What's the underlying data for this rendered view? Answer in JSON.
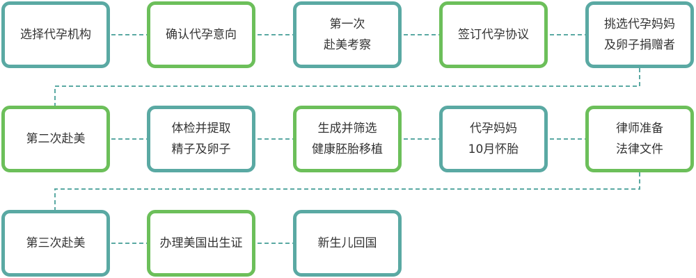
{
  "colors": {
    "teal": "#5aa9a3",
    "green": "#6cbf5a",
    "text": "#333333"
  },
  "steps": [
    {
      "color": "teal",
      "lines": [
        "选择代孕机构"
      ]
    },
    {
      "color": "green",
      "lines": [
        "确认代孕意向"
      ]
    },
    {
      "color": "teal",
      "lines": [
        "第一次",
        "赴美考察"
      ]
    },
    {
      "color": "green",
      "lines": [
        "签订代孕协议"
      ]
    },
    {
      "color": "teal",
      "lines": [
        "挑选代孕妈妈",
        "及卵子捐赠者"
      ]
    },
    {
      "color": "green",
      "lines": [
        "第二次赴美"
      ]
    },
    {
      "color": "teal",
      "lines": [
        "体检并提取",
        "精子及卵子"
      ]
    },
    {
      "color": "green",
      "lines": [
        "生成并筛选",
        "健康胚胎移植"
      ]
    },
    {
      "color": "teal",
      "lines": [
        "代孕妈妈",
        "10月怀胎"
      ]
    },
    {
      "color": "green",
      "lines": [
        "律师准备",
        "法律文件"
      ]
    },
    {
      "color": "teal",
      "lines": [
        "第三次赴美"
      ]
    },
    {
      "color": "green",
      "lines": [
        "办理美国出生证"
      ]
    },
    {
      "color": "teal",
      "lines": [
        "新生儿回国"
      ]
    }
  ]
}
